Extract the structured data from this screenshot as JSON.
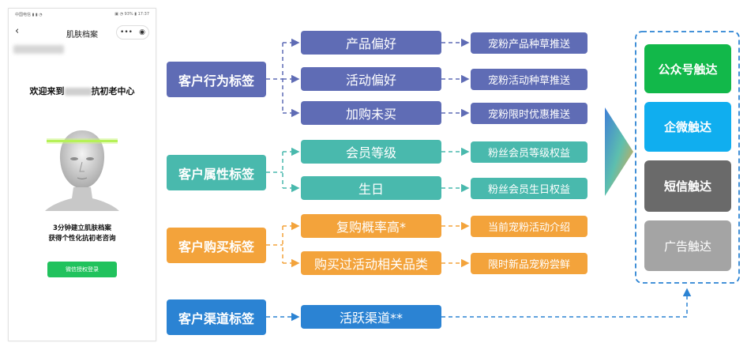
{
  "phone": {
    "status_left": "中国电信 ▮ ▮ ◔",
    "status_right": "▣ ◔ 93% ▮ 17:37",
    "nav_title": "肌肤档案",
    "back_glyph": "‹",
    "menu_glyph": "•••",
    "record_glyph": "◉",
    "welcome_prefix": "欢迎来到",
    "welcome_suffix": "抗初老中心",
    "desc_line1": "3分钟建立肌肤档案",
    "desc_line2": "获得个性化抗初老咨询",
    "login_label": "微信授权登录"
  },
  "categories": {
    "behavior": "客户行为标签",
    "attribute": "客户属性标签",
    "purchase": "客户购买标签",
    "channel": "客户渠道标签"
  },
  "tags": {
    "product_pref": "产品偏好",
    "activity_pref": "活动偏好",
    "cart_unpaid": "加购未买",
    "member_level": "会员等级",
    "birthday": "生日",
    "repurchase": "复购概率高*",
    "bought_related": "购买过活动相关品类",
    "active_channel": "活跃渠道**"
  },
  "actions": {
    "product_push": "宠粉产品种草推送",
    "activity_push": "宠粉活动种草推送",
    "discount_push": "宠粉限时优惠推送",
    "level_benefit": "粉丝会员等级权益",
    "birthday_benefit": "粉丝会员生日权益",
    "activity_intro": "当前宠粉活动介绍",
    "new_trial": "限时新品宠粉尝鲜"
  },
  "channels": {
    "official": "公众号触达",
    "wecom": "企微触达",
    "sms": "短信触达",
    "ads": "广告触达"
  },
  "colors": {
    "purple": "#5f6cb5",
    "teal": "#49b9ad",
    "orange": "#f3a33b",
    "blue": "#2b83d3",
    "green": "#12b84a",
    "cyan": "#10aeef",
    "gray_dark": "#6a6a6a",
    "gray_light": "#a4a4a4"
  }
}
